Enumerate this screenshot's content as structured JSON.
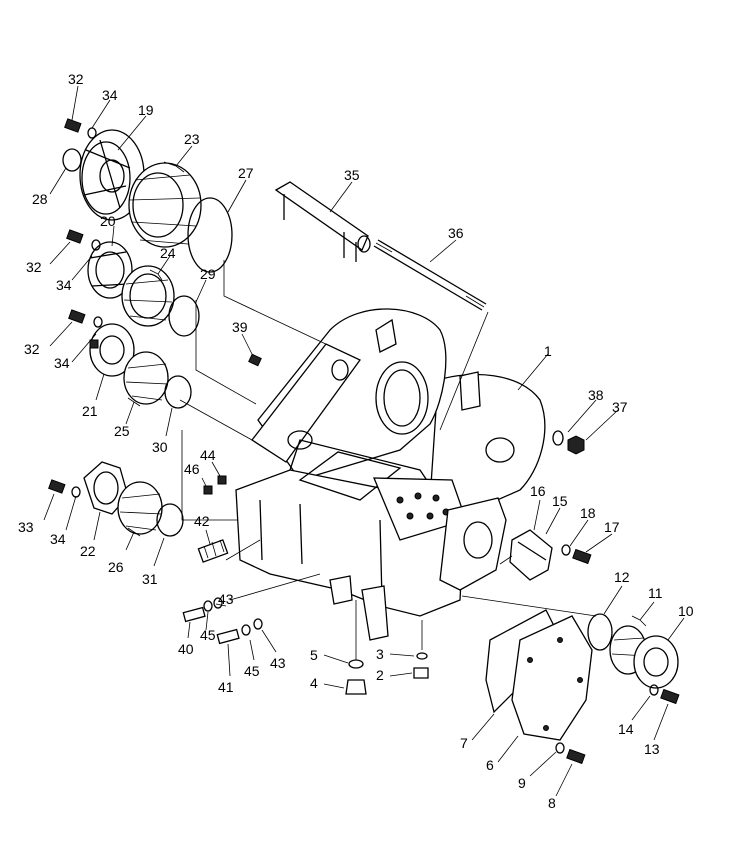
{
  "diagram": {
    "callouts": [
      "32",
      "34",
      "19",
      "23",
      "28",
      "27",
      "35",
      "36",
      "32",
      "34",
      "20",
      "24",
      "29",
      "39",
      "32",
      "34",
      "1",
      "38",
      "37",
      "21",
      "25",
      "30",
      "44",
      "46",
      "33",
      "34",
      "22",
      "26",
      "31",
      "42",
      "16",
      "15",
      "18",
      "17",
      "12",
      "11",
      "10",
      "43",
      "45",
      "40",
      "41",
      "45",
      "43",
      "5",
      "3",
      "4",
      "2",
      "7",
      "6",
      "14",
      "13",
      "9",
      "8"
    ]
  }
}
